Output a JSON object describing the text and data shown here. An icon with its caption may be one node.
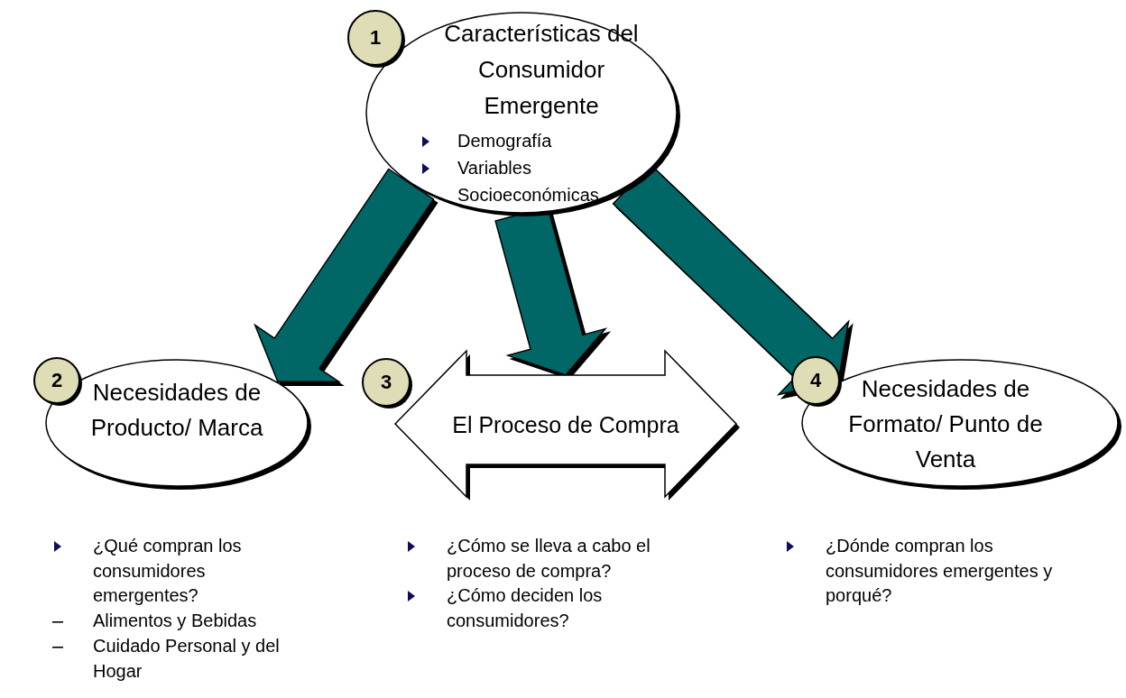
{
  "diagram": {
    "nodes": [
      {
        "text": [
          "1"
        ]
      },
      {
        "text": [
          "Características del Consumidor Emergente",
          "Demografía",
          "Variables Socioeconómicas"
        ]
      },
      {
        "text": [
          "2"
        ]
      },
      {
        "text": [
          "Necesidades de Producto/ Marca"
        ]
      },
      {
        "text": [
          "3"
        ]
      },
      {
        "text": [
          "El Proceso de Compra"
        ]
      },
      {
        "text": [
          "4"
        ]
      },
      {
        "text": [
          "Necesidades de Formato/ Punto de Venta"
        ]
      }
    ],
    "edges": [
      {
        "from": 1,
        "to": 3,
        "arrow": "to"
      },
      {
        "from": 1,
        "to": 5,
        "arrow": "to"
      },
      {
        "from": 1,
        "to": 7,
        "arrow": "to"
      }
    ],
    "labels": [
      "¿Qué compran los consumidores emergentes?",
      "Alimentos y Bebidas",
      "Cuidado Personal y del Hogar",
      "¿Cómo se lleva a cabo el proceso de compra?",
      "¿Cómo deciden los consumidores?",
      "¿Dónde compran los consumidores emergentes y porqué?"
    ]
  }
}
